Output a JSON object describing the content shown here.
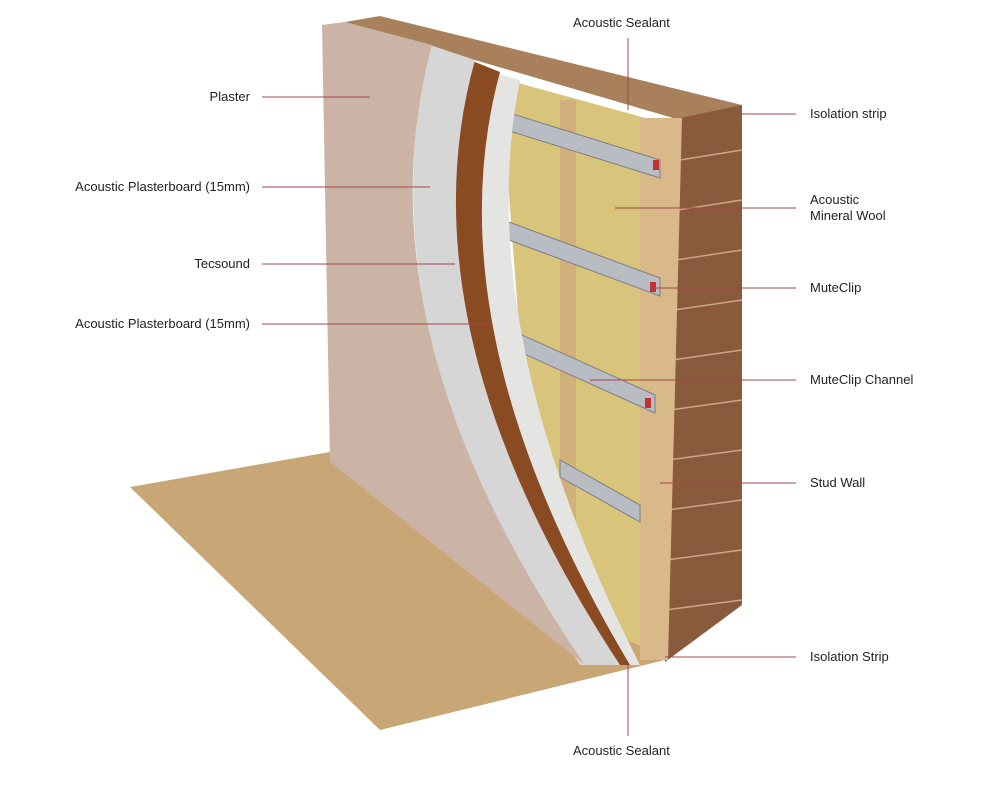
{
  "title": "Acoustic wall build-up diagram",
  "labels": {
    "left": [
      {
        "text": "Plaster"
      },
      {
        "text": "Acoustic Plasterboard (15mm)"
      },
      {
        "text": "Tecsound"
      },
      {
        "text": "Acoustic Plasterboard (15mm)"
      }
    ],
    "right": [
      {
        "text": "Isolation strip"
      },
      {
        "text": "Acoustic",
        "text2": "Mineral Wool"
      },
      {
        "text": "MuteClip"
      },
      {
        "text": "MuteClip Channel"
      },
      {
        "text": "Stud Wall"
      },
      {
        "text": "Isolation Strip"
      }
    ],
    "top": {
      "text": "Acoustic Sealant"
    },
    "bottom": {
      "text": "Acoustic Sealant"
    }
  },
  "colors": {
    "leader": "#a04848",
    "floor": "#c9a676",
    "brick": "#8a5a3c",
    "plaster": "#cbb3a5",
    "board": "#d6d6d6",
    "tecsound": "#8a4a22",
    "wool": "#d8c47a",
    "timber": "#d9b98a"
  }
}
